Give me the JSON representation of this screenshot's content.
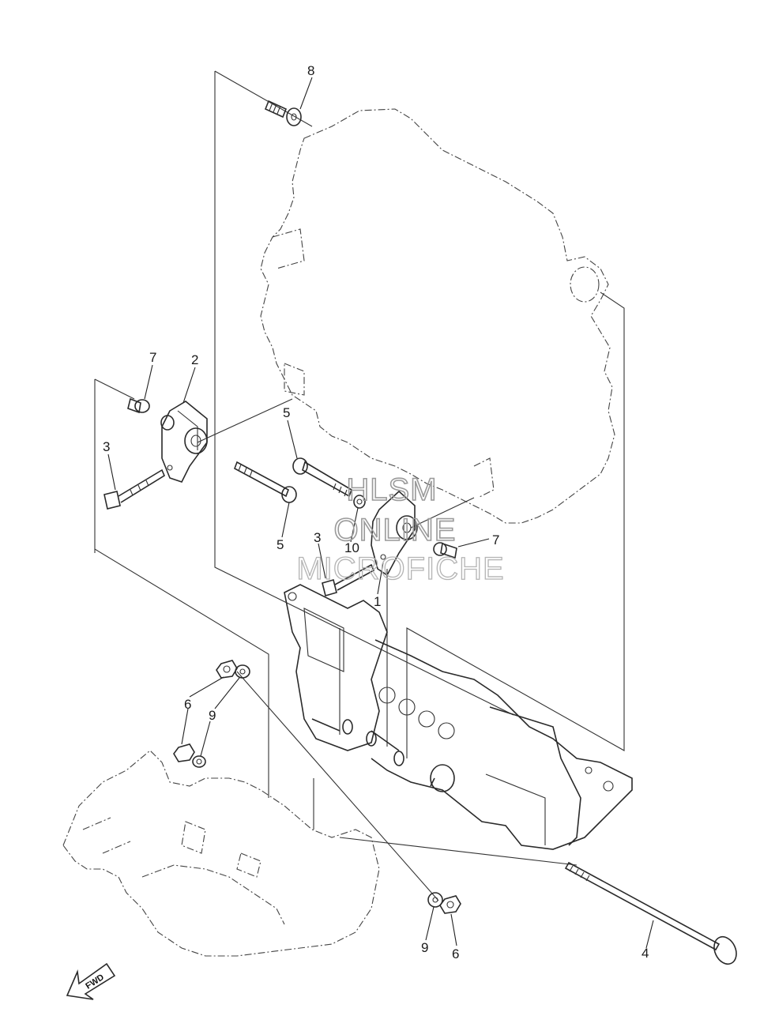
{
  "watermark": {
    "line1": "HLSM",
    "line2": "ONLINE",
    "line3": "MICROFICHE"
  },
  "fwd_label": "FWD",
  "callouts": [
    {
      "id": "c8",
      "text": "8"
    },
    {
      "id": "c7a",
      "text": "7"
    },
    {
      "id": "c2",
      "text": "2"
    },
    {
      "id": "c3a",
      "text": "3"
    },
    {
      "id": "c5a",
      "text": "5"
    },
    {
      "id": "c5b",
      "text": "5"
    },
    {
      "id": "c3b",
      "text": "3"
    },
    {
      "id": "c10",
      "text": "10"
    },
    {
      "id": "c1",
      "text": "1"
    },
    {
      "id": "c7b",
      "text": "7"
    },
    {
      "id": "c6a",
      "text": "6"
    },
    {
      "id": "c9a",
      "text": "9"
    },
    {
      "id": "c9b",
      "text": "9"
    },
    {
      "id": "c6b",
      "text": "6"
    },
    {
      "id": "c4",
      "text": "4"
    }
  ]
}
